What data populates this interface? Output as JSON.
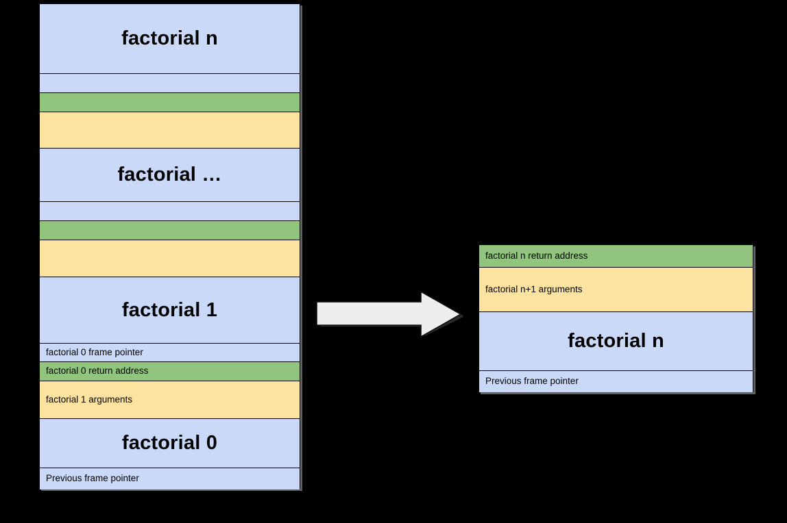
{
  "diagram": {
    "type": "diagram",
    "background_color": "#000000",
    "colors": {
      "frame_blue": "#c9d9f7",
      "return_address_green": "#91c57e",
      "arguments_yellow": "#fce3a0",
      "border": "#000000",
      "arrow_fill": "#eeeeee",
      "arrow_outline": "#000000"
    },
    "left_stack": {
      "name": "recursive-call-stack",
      "rows": [
        {
          "label": "factorial n",
          "color": "blue",
          "style": "frame",
          "height": 102
        },
        {
          "label": "",
          "color": "blue",
          "style": "slot",
          "height": 28
        },
        {
          "label": "",
          "color": "green",
          "style": "slot",
          "height": 28
        },
        {
          "label": "",
          "color": "yellow",
          "style": "slot",
          "height": 53
        },
        {
          "label": "factorial …",
          "color": "blue",
          "style": "frame",
          "height": 78
        },
        {
          "label": "",
          "color": "blue",
          "style": "slot",
          "height": 28
        },
        {
          "label": "",
          "color": "green",
          "style": "slot",
          "height": 28
        },
        {
          "label": "",
          "color": "yellow",
          "style": "slot",
          "height": 54
        },
        {
          "label": "factorial 1",
          "color": "blue",
          "style": "frame",
          "height": 97
        },
        {
          "label": "factorial 0 frame pointer",
          "color": "blue",
          "style": "slot",
          "height": 27
        },
        {
          "label": "factorial 0 return address",
          "color": "green",
          "style": "slot",
          "height": 28
        },
        {
          "label": "factorial 1 arguments",
          "color": "yellow",
          "style": "slot",
          "height": 55
        },
        {
          "label": "factorial 0",
          "color": "blue",
          "style": "frame",
          "height": 72
        },
        {
          "label": "Previous frame pointer",
          "color": "blue",
          "style": "slot",
          "height": 31
        }
      ]
    },
    "right_stack": {
      "name": "single-frame-detail",
      "rows": [
        {
          "label": "factorial n return address",
          "color": "green",
          "style": "slot",
          "height": 33
        },
        {
          "label": "factorial n+1 arguments",
          "color": "yellow",
          "style": "slot",
          "height": 65
        },
        {
          "label": "factorial n",
          "color": "blue",
          "style": "frame",
          "height": 86
        },
        {
          "label": "Previous frame pointer",
          "color": "blue",
          "style": "slot",
          "height": 31
        }
      ]
    },
    "arrow": {
      "name": "right-block-arrow",
      "direction": "right",
      "icon": "block-arrow-right-icon"
    }
  }
}
